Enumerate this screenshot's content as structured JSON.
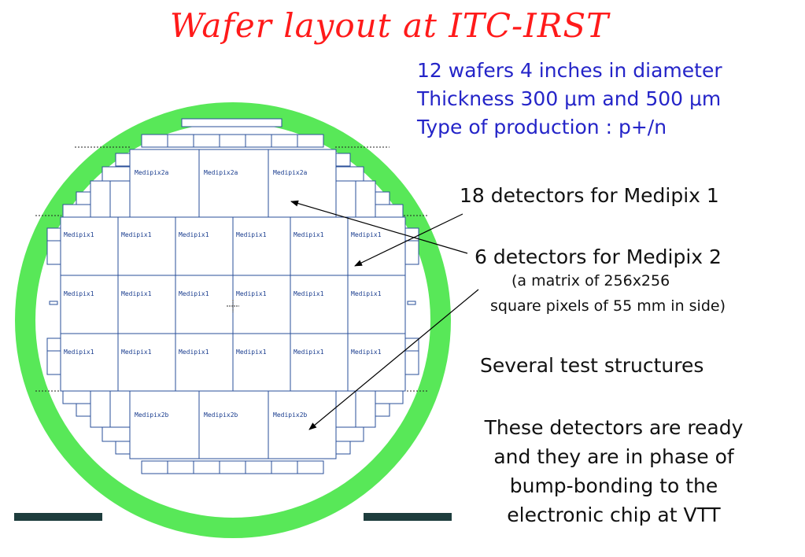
{
  "title": "Wafer layout  at ITC-IRST",
  "info": {
    "line1": "12 wafers 4 inches in diameter",
    "line2": "Thickness 300 μm and 500 μm",
    "line3": "Type of production : p+/n"
  },
  "annotations": {
    "medipix1": "18 detectors for Medipix 1",
    "medipix2": "6 detectors for Medipix 2",
    "matrix_line1": "(a matrix of 256x256",
    "matrix_line2": "square pixels of 55 mm in side)",
    "test": "Several test structures",
    "ready_line1": "These detectors are ready",
    "ready_line2": "and they are in phase of",
    "ready_line3": "bump-bonding to the",
    "ready_line4": "electronic chip at VTT"
  },
  "wafer": {
    "medipix2a_labels": [
      "Medipix2a",
      "Medipix2a",
      "Medipix2a"
    ],
    "medipix2b_labels": [
      "Medipix2b",
      "Medipix2b",
      "Medipix2b"
    ],
    "medipix1_label": "Medipix1",
    "colors": {
      "ring": "#58e858",
      "chip_border": "#2a4f9a",
      "arrow": "#000000"
    }
  }
}
